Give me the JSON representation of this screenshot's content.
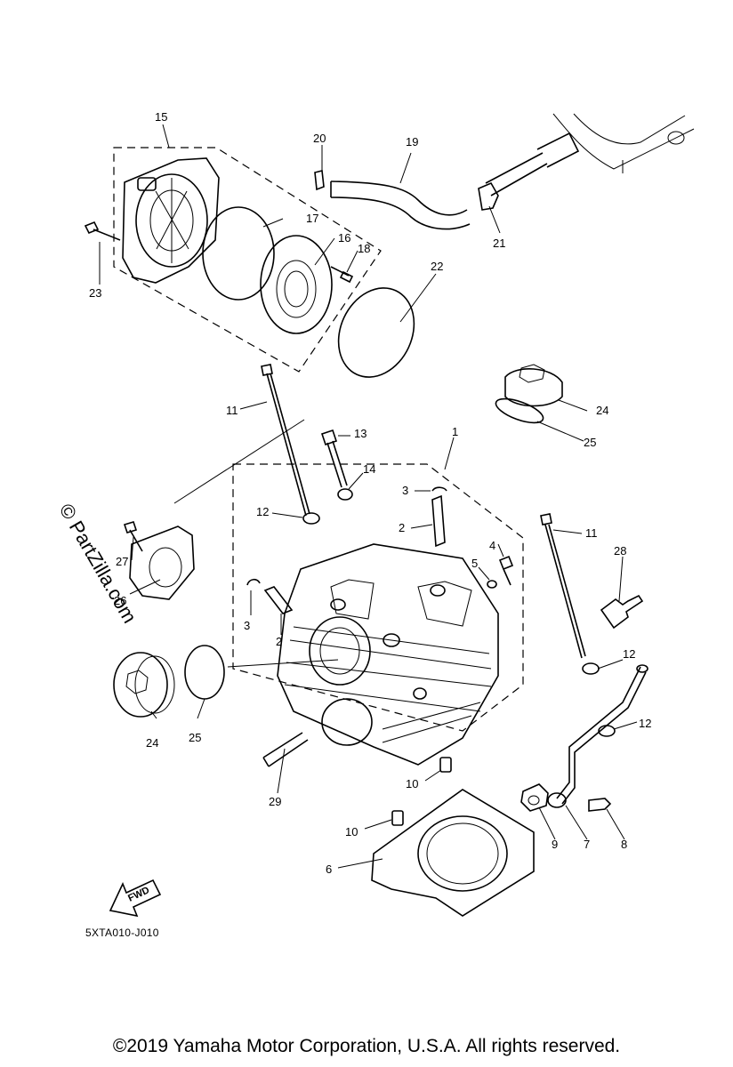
{
  "diagram": {
    "diagram_code": "5XTA010-J010",
    "copyright": "©2019 Yamaha Motor Corporation, U.S.A. All rights reserved.",
    "watermark": "© PartZilla.com",
    "fwd_label": "FWD"
  },
  "callouts": {
    "c1": "1",
    "c2a": "2",
    "c2b": "2",
    "c3a": "3",
    "c3b": "3",
    "c4": "4",
    "c5": "5",
    "c6": "6",
    "c7": "7",
    "c8": "8",
    "c9": "9",
    "c10a": "10",
    "c10b": "10",
    "c11a": "11",
    "c11b": "11",
    "c12a": "12",
    "c12b": "12",
    "c12c": "12",
    "c13": "13",
    "c14": "14",
    "c15": "15",
    "c16": "16",
    "c17": "17",
    "c18": "18",
    "c19": "19",
    "c20": "20",
    "c21": "21",
    "c22": "22",
    "c23": "23",
    "c24a": "24",
    "c24b": "24",
    "c25a": "25",
    "c25b": "25",
    "c26": "26",
    "c27": "27",
    "c28": "28",
    "c29": "29"
  }
}
